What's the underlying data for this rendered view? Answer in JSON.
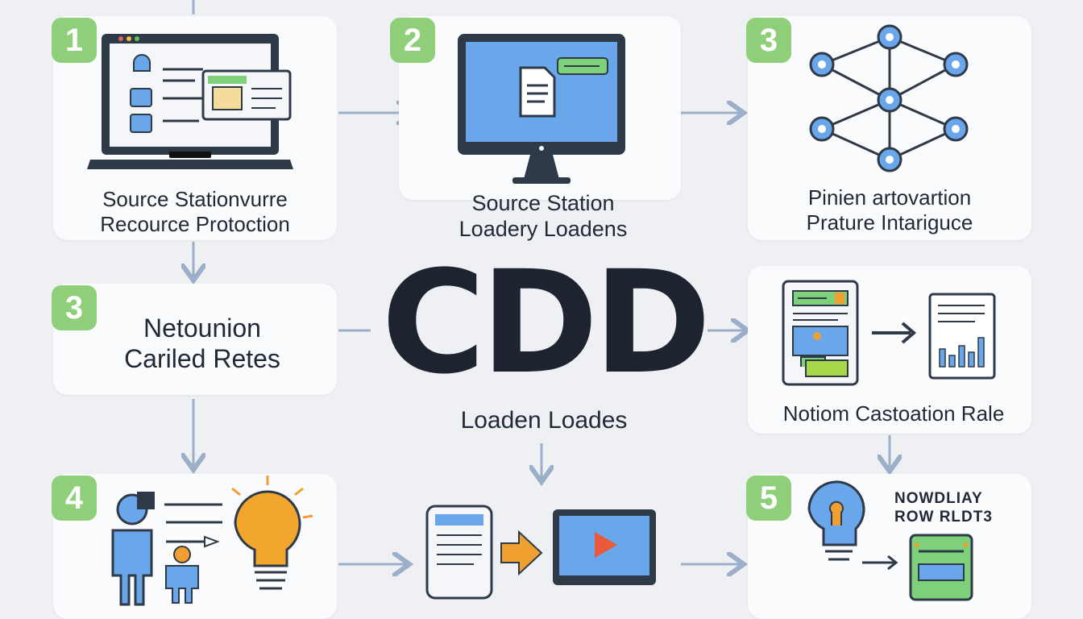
{
  "title": "CDD",
  "center_caption": "Loaden Loades",
  "steps": [
    {
      "badge": "1",
      "line1": "Source Stationvurre",
      "line2": "Recource Protoction"
    },
    {
      "badge": "2",
      "line1": "Source Station",
      "line2": "Loadery Loadens"
    },
    {
      "badge": "3",
      "line1": "Pinien artovartion",
      "line2": "Prature Intariguce"
    },
    {
      "badge": "3",
      "line1": "Netounion",
      "line2": "Cariled Retes"
    },
    {
      "caption": "Notiom Castoation Rale"
    },
    {
      "badge": "4"
    },
    {
      "badge": "5",
      "line1": "NOWDLIAY",
      "line2": "ROW RLDT3"
    }
  ],
  "colors": {
    "badge": "#8fcf7a",
    "accent_blue": "#4a8fe0",
    "orange": "#f0a030",
    "arrow": "#9bb0c8"
  }
}
